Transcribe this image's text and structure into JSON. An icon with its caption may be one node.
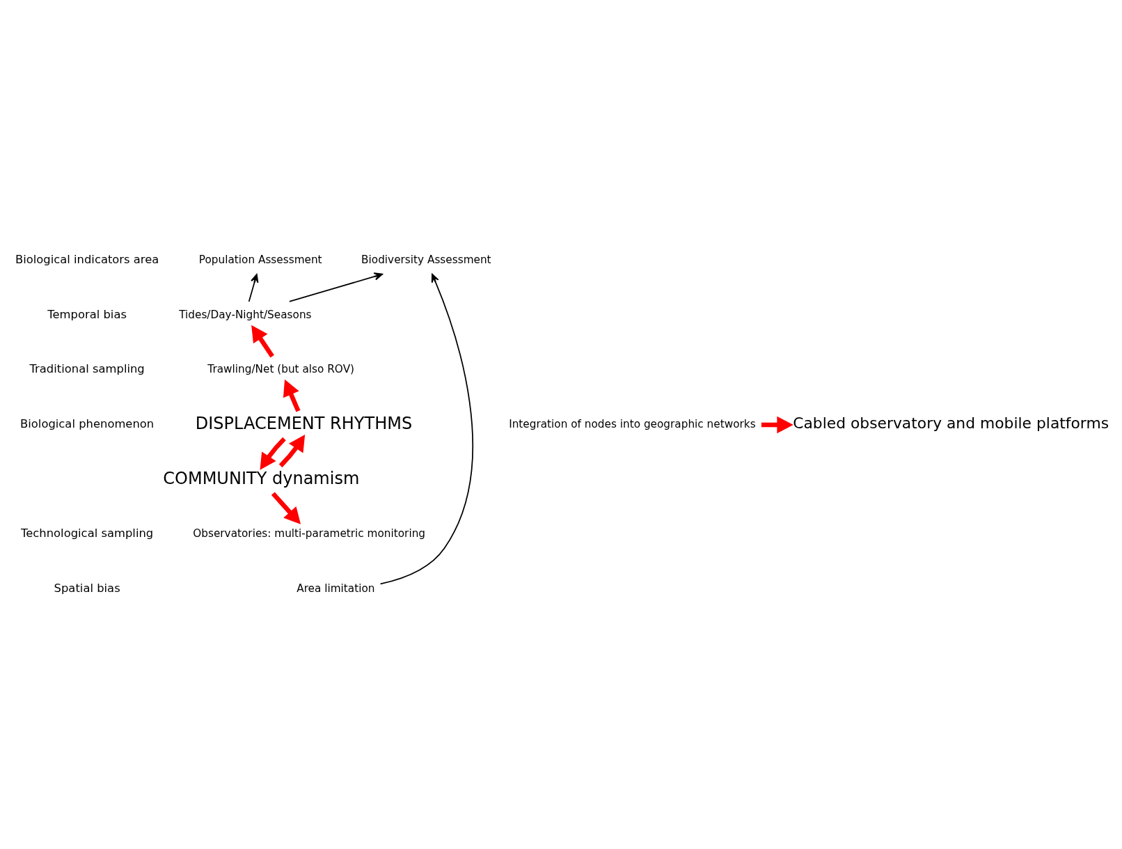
{
  "diagram": {
    "nodes": [
      {
        "text": [
          "Population Assessment"
        ]
      },
      {
        "text": [
          "Biodiversity Assessment"
        ]
      },
      {
        "text": [
          "Tides/Day-Night/Seasons"
        ]
      },
      {
        "text": [
          "Trawling/Net (but also ROV)"
        ]
      },
      {
        "text": [
          "DISPLACEMENT RHYTHMS"
        ]
      },
      {
        "text": [
          "COMMUNITY dynamism"
        ]
      },
      {
        "text": [
          "Observatories: multi-parametric monitoring"
        ]
      },
      {
        "text": [
          "Area limitation"
        ]
      },
      {
        "text": [
          "Integration of nodes into geographic networks"
        ]
      },
      {
        "text": [
          "Cabled observatory and mobile platforms"
        ]
      }
    ],
    "edges": [
      {
        "from": 2,
        "to": 0,
        "arrow": "to",
        "color": "#000000"
      },
      {
        "from": 2,
        "to": 1,
        "arrow": "to",
        "color": "#000000"
      },
      {
        "from": 3,
        "to": 2,
        "arrow": "to"
      },
      {
        "from": 4,
        "to": 3,
        "arrow": "to"
      },
      {
        "from": 5,
        "to": 4,
        "arrow": "to"
      },
      {
        "from": 4,
        "to": 5,
        "arrow": "to"
      },
      {
        "from": 5,
        "to": 6,
        "arrow": "to"
      },
      {
        "from": 7,
        "to": 1,
        "arrow": "to",
        "color": "#000000"
      },
      {
        "from": 8,
        "to": 9,
        "arrow": "to"
      }
    ],
    "labels": [
      "Biological indicators area",
      "Temporal bias",
      "Traditional sampling",
      "Biological phenomenon",
      "Technological sampling",
      "Spatial bias"
    ]
  }
}
